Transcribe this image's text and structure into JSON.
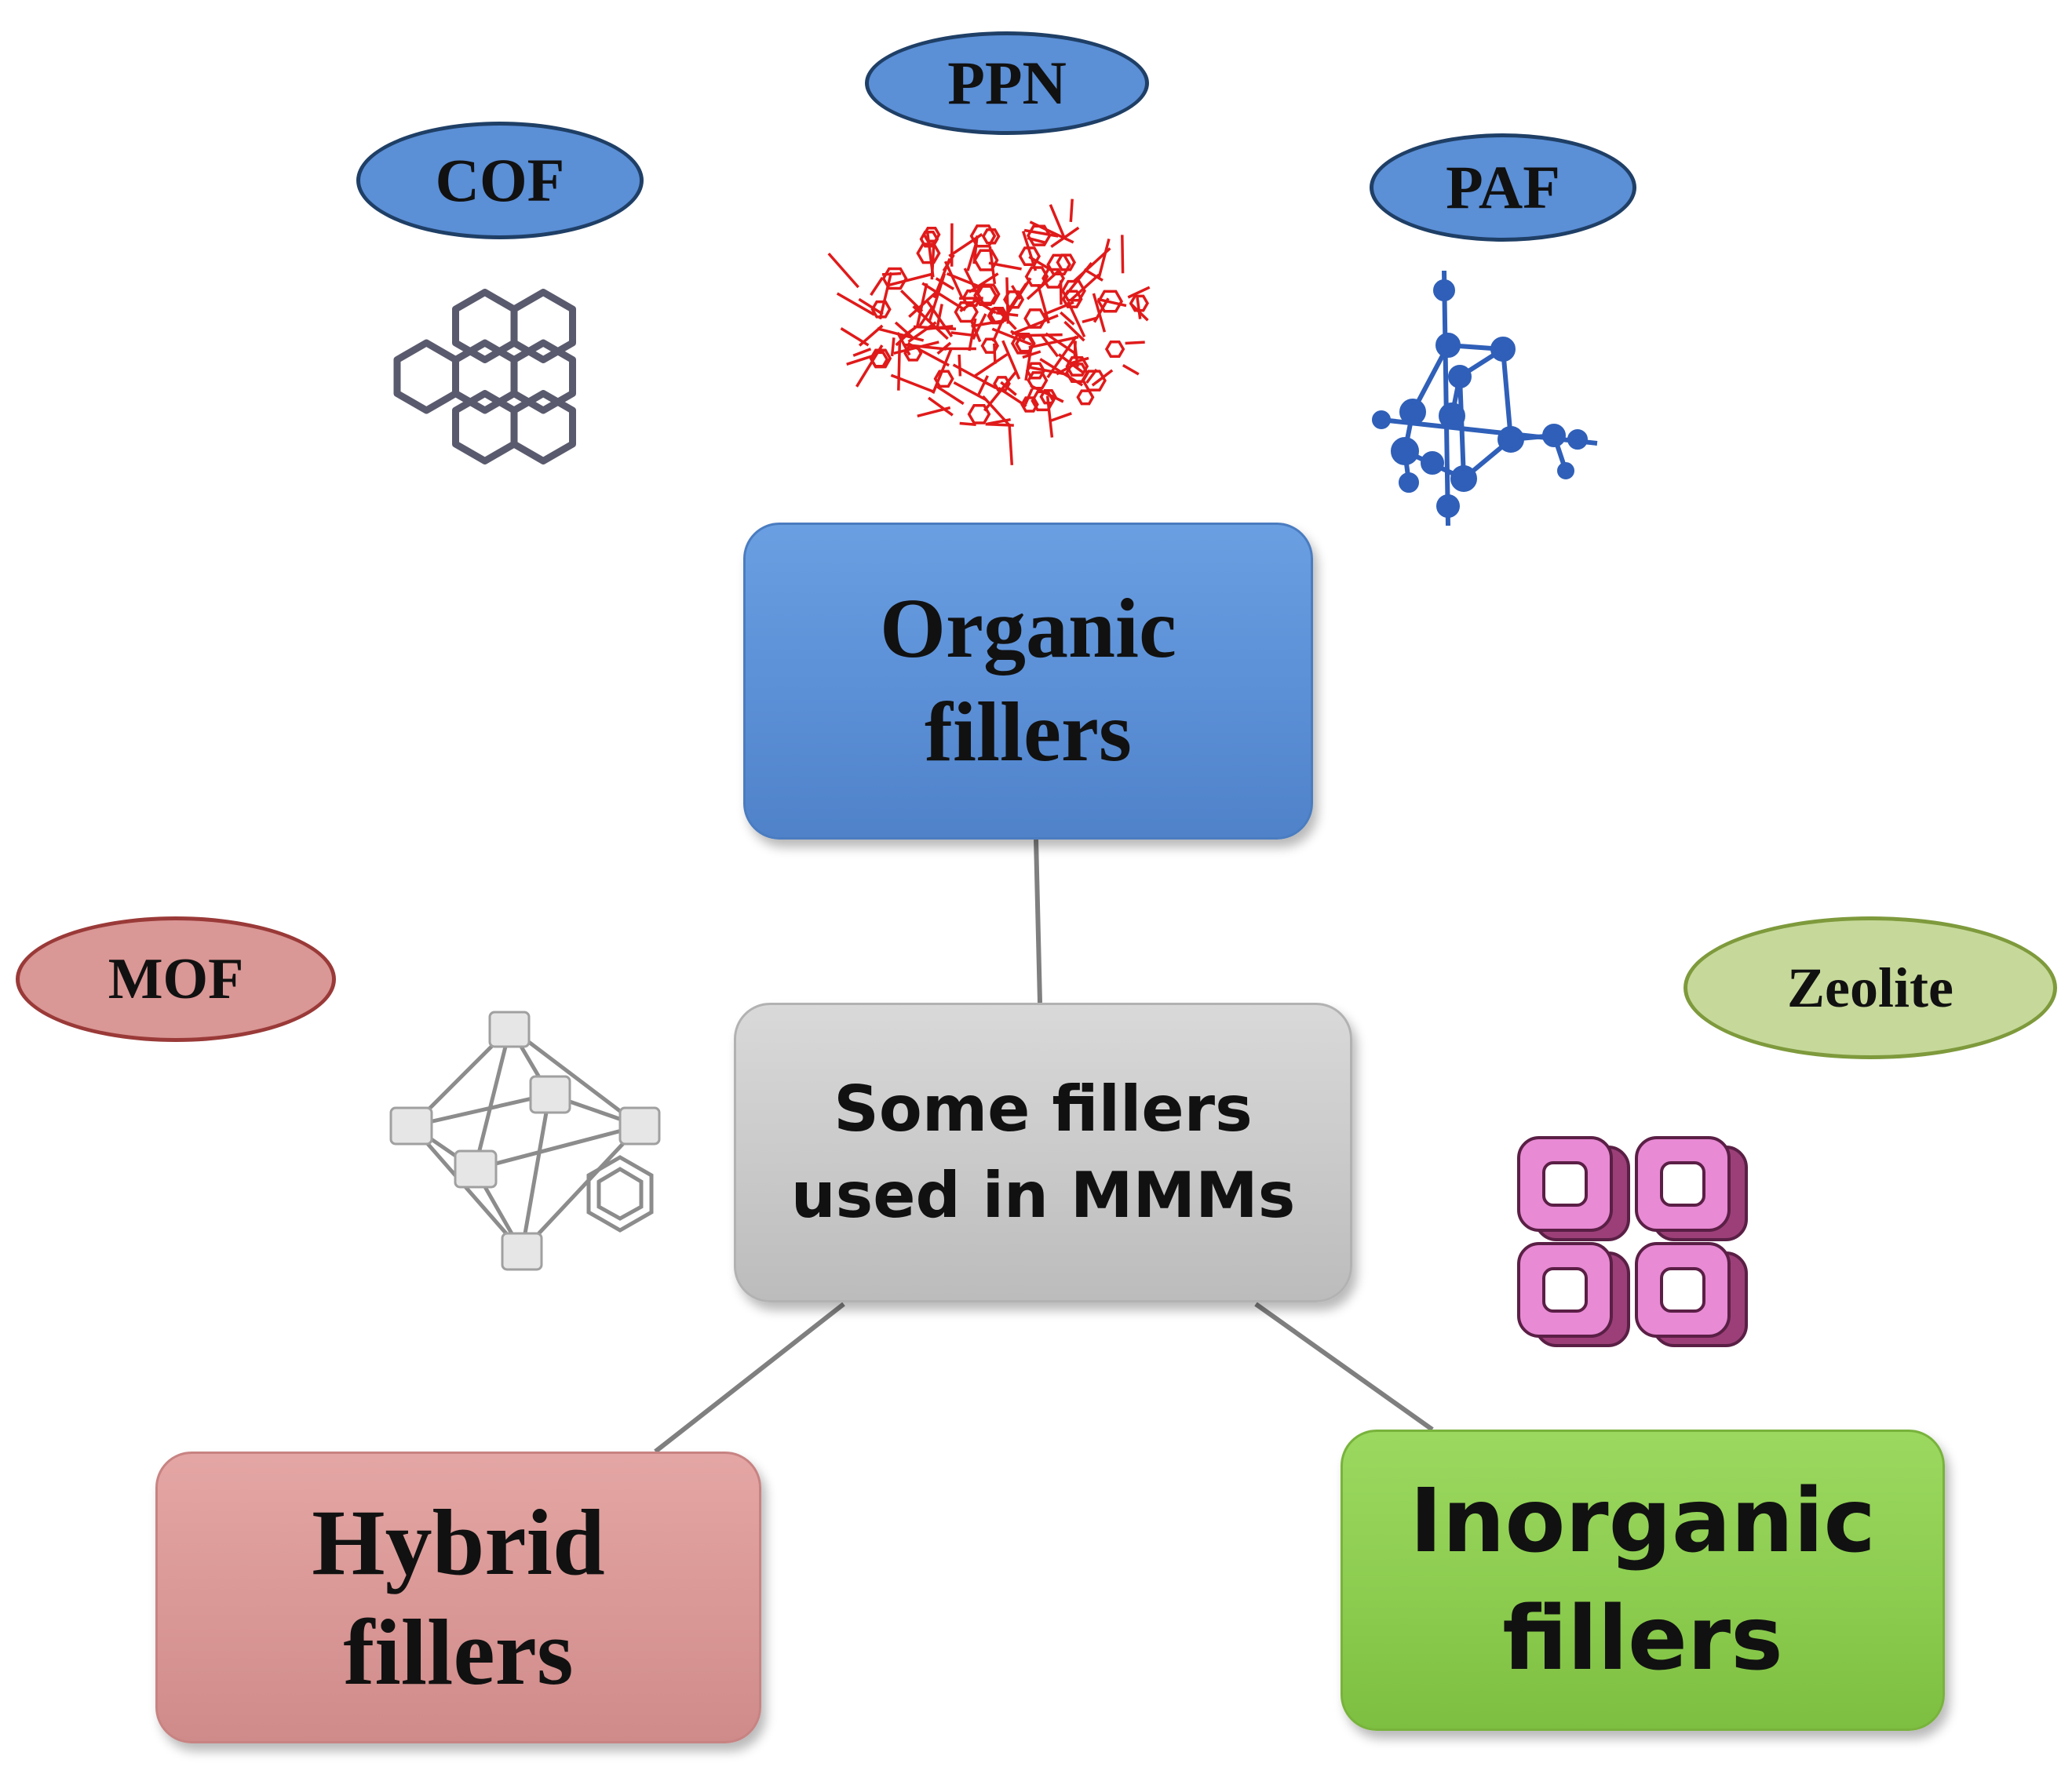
{
  "center": {
    "lines": [
      "Some fillers",
      "used in MMMs"
    ]
  },
  "categories": {
    "organic": {
      "lines": [
        "Organic",
        "fillers"
      ],
      "color": "#5b8fd6"
    },
    "hybrid": {
      "lines": [
        "Hybrid",
        "fillers"
      ],
      "color": "#d99795"
    },
    "inorganic": {
      "lines": [
        "Inorganic",
        "fillers"
      ],
      "color": "#8ccc4f"
    }
  },
  "examples": {
    "cof": "COF",
    "ppn": "PPN",
    "paf": "PAF",
    "mof": "MOF",
    "zeolite": "Zeolite"
  }
}
